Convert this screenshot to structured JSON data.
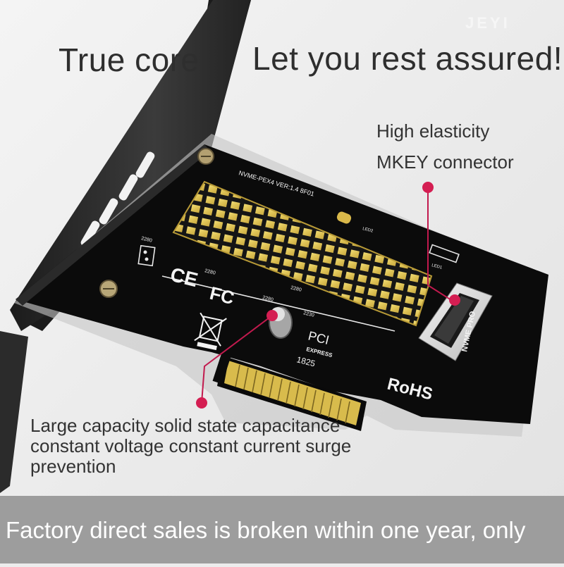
{
  "brand": "JEYI",
  "headline": {
    "left": "True core",
    "right": "Let you rest assured!"
  },
  "callouts": {
    "connector": [
      "High elasticity",
      "MKEY connector"
    ],
    "capacitor": [
      "Large capacity solid state capacitance",
      "constant voltage constant current surge",
      "prevention"
    ]
  },
  "board_markings": {
    "model": "NVME-PEX4  VER:1.4  8F01",
    "ce": "CE",
    "fc": "FC",
    "rohs": "RoHS",
    "pci": "PCI",
    "express": "EXPRESS",
    "date": "1825",
    "nvme_pro": "NVME PRO",
    "s2280_a": "2280",
    "s2280_b": "2280",
    "s2280_c": "2280",
    "s2280_d": "2280",
    "s2230": "2230",
    "led": "LED2",
    "led1": "LED1"
  },
  "banner": {
    "text": "Factory direct sales is broken within one year, only"
  },
  "colors": {
    "background": "#ececec",
    "board": "#0d0d0d",
    "heatsink_gold": "#e2c85c",
    "bracket": "#2a2a2a",
    "callout_dot": "#d41e52",
    "banner": "#9d9d9d"
  }
}
